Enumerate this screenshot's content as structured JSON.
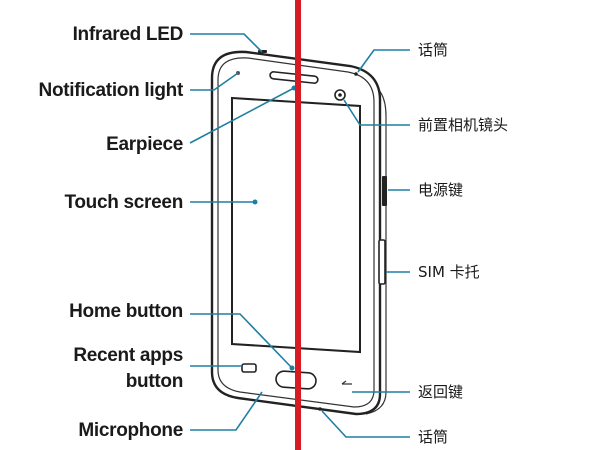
{
  "labels": {
    "infrared_led": "Infrared LED",
    "notification_light": "Notification light",
    "earpiece": "Earpiece",
    "touch_screen": "Touch screen",
    "home_button": "Home button",
    "recent_apps_line1": "Recent apps",
    "recent_apps_line2": "button",
    "microphone": "Microphone",
    "mic_top_cn": "话筒",
    "front_camera_cn": "前置相机镜头",
    "power_key_cn": "电源键",
    "sim_tray_cn": "SIM 卡托",
    "back_key_cn": "返回键",
    "mic_bottom_cn": "话筒"
  },
  "icons": {
    "phone": "smartphone-front-icon"
  },
  "colors": {
    "leader_line": "#1f7fa3",
    "divider": "#d81b22",
    "outline": "#222222"
  }
}
